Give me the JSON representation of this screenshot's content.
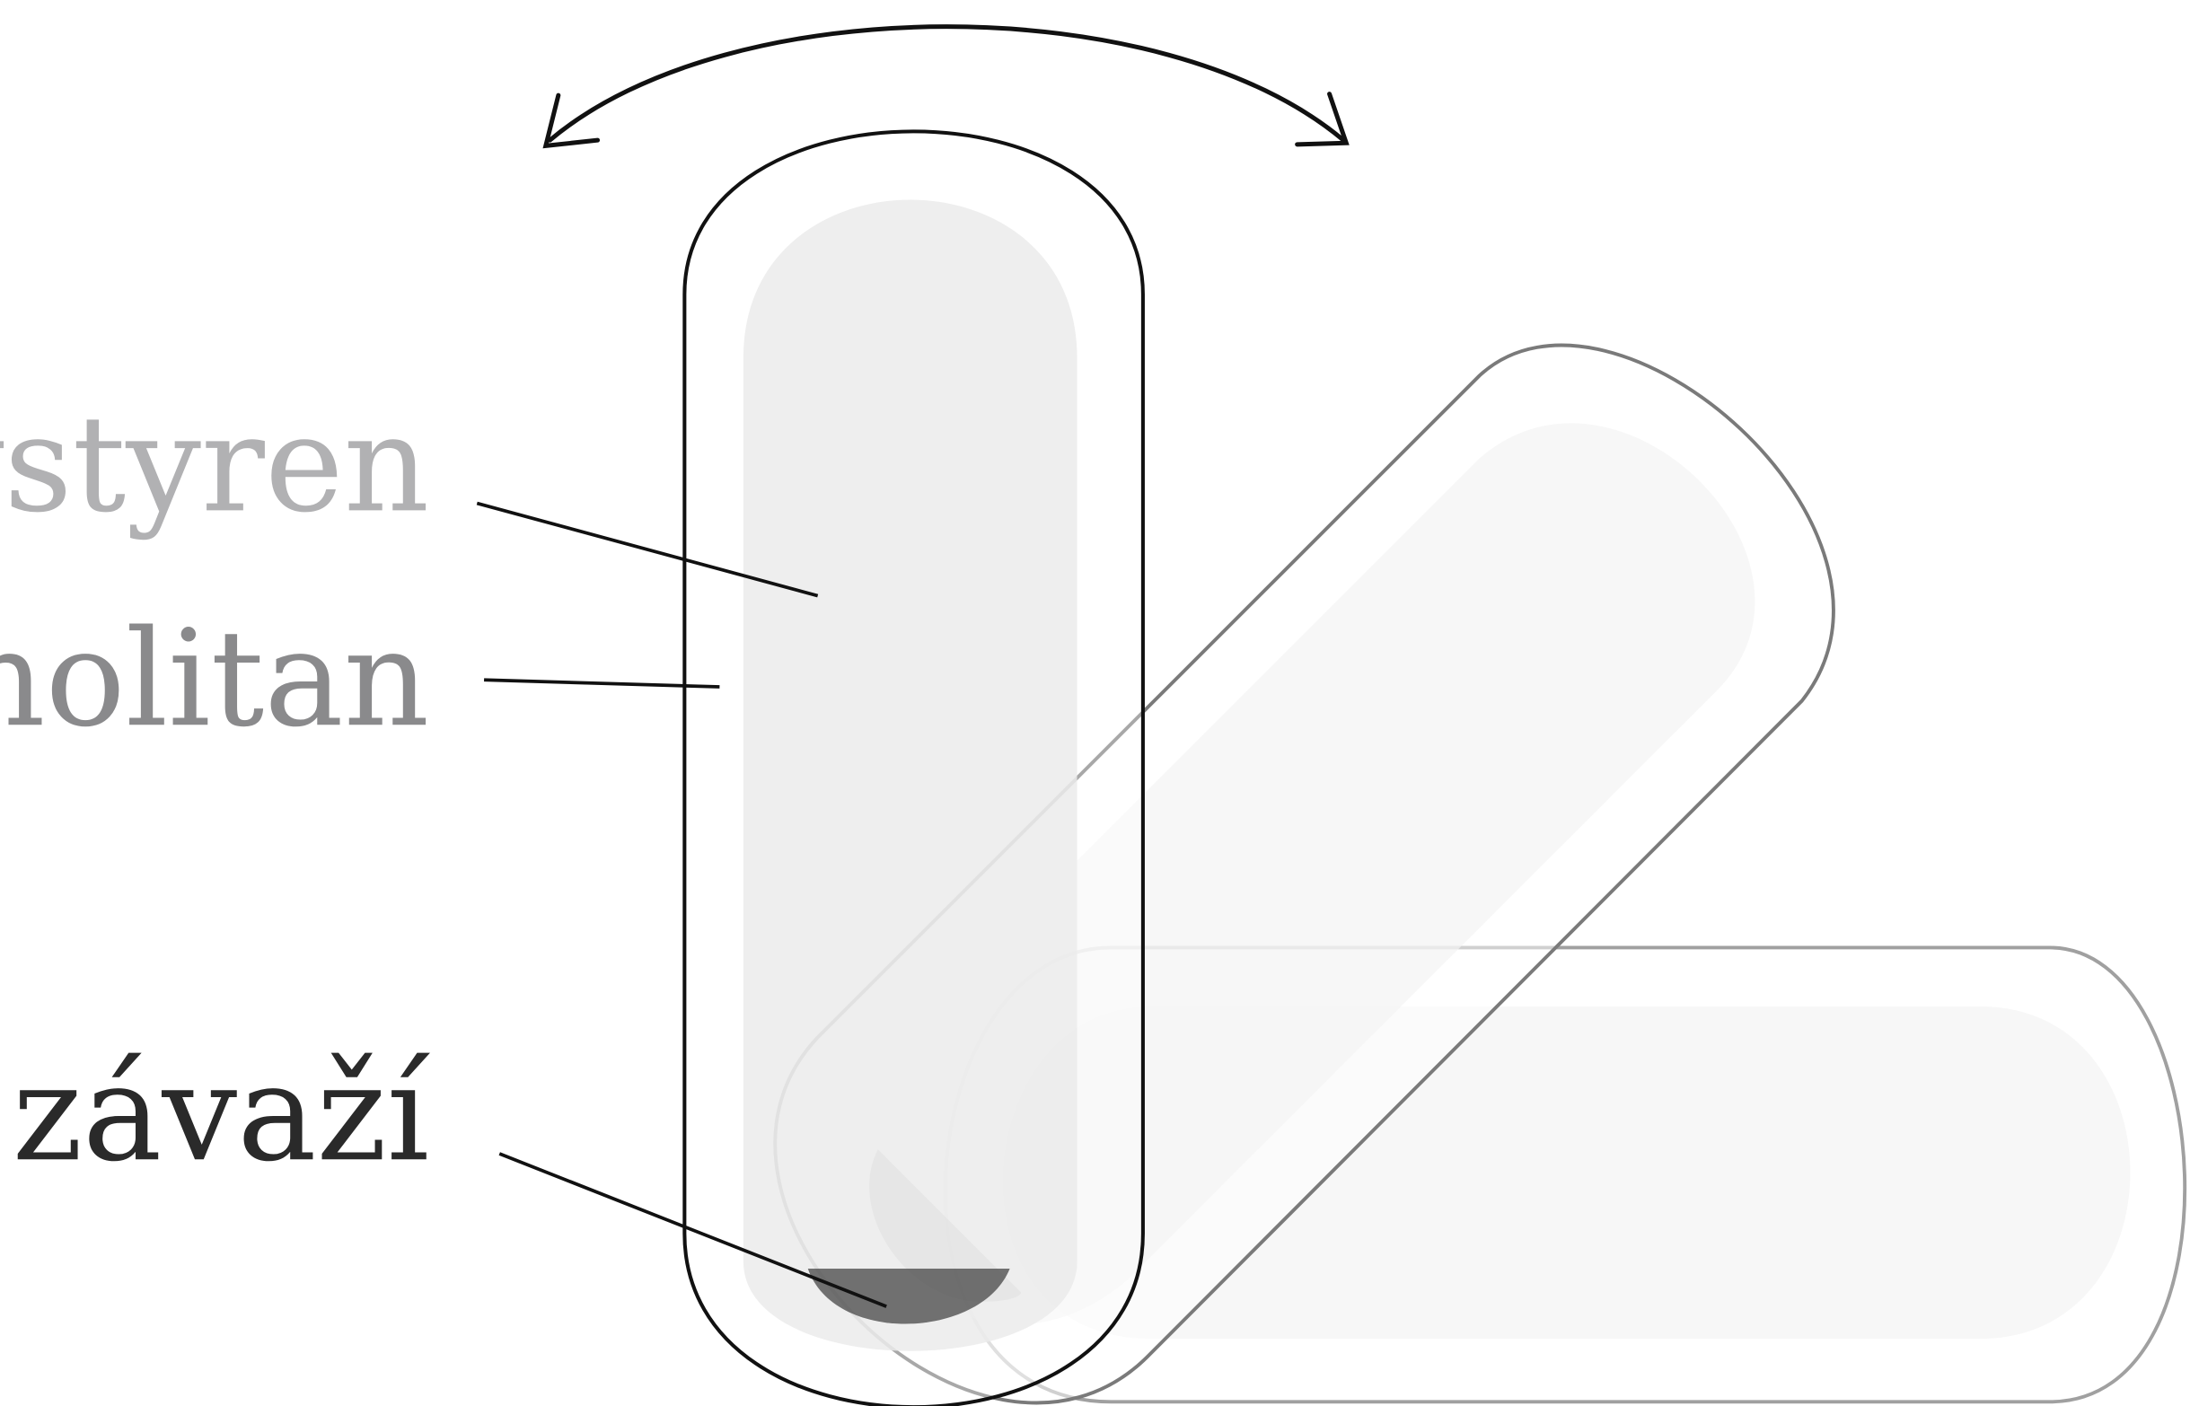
{
  "labels": {
    "polystyren": "polystyren",
    "molitan": "molitan",
    "zavazi": "závaží"
  },
  "colors": {
    "polystyren_label": "#b1b1b3",
    "molitan_label": "#8a8a8c",
    "zavazi_label": "#2a2a2a",
    "outline_upright": "#111111",
    "outline_tilted": "#7a7a7a",
    "outline_horizontal": "#a0a0a0",
    "core_upright": "#ebebeb",
    "core_tilted": "#f3f3f3",
    "core_horizontal": "#f6f6f6",
    "weight_dark": "#3a3a3a",
    "weight_mid": "#8e8e8e",
    "weight_light": "#c4c4c4"
  },
  "icons": [
    "double-headed-curved-arrow-icon"
  ]
}
